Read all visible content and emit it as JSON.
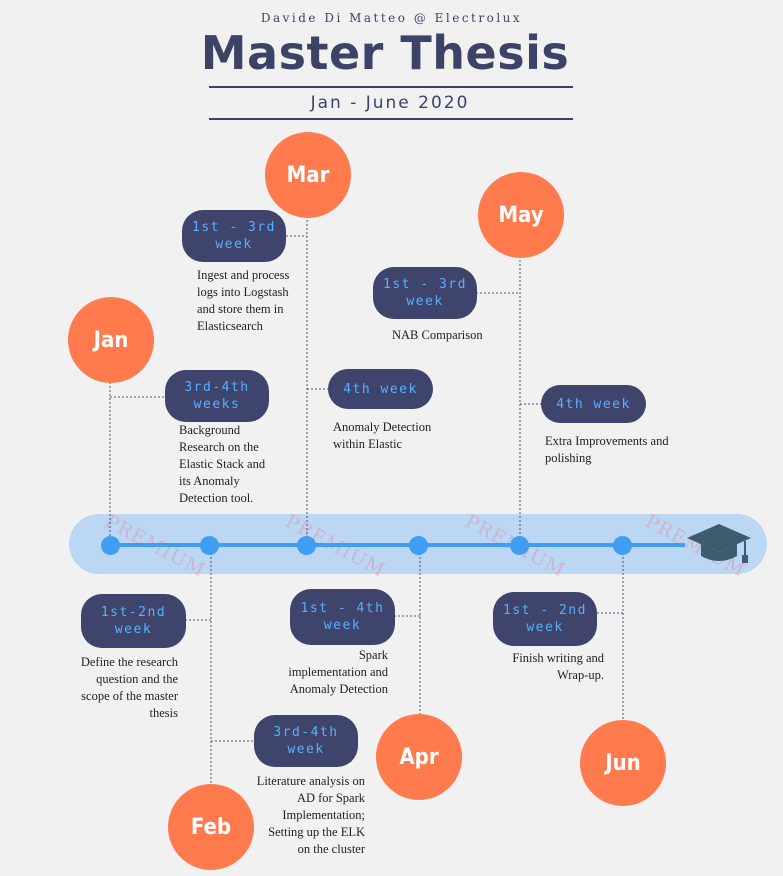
{
  "header": {
    "author": "Davide Di Matteo @ Electrolux",
    "title": "Master Thesis",
    "period": "Jan - June 2020"
  },
  "watermark": "PREMIUM",
  "months": {
    "jan": "Jan",
    "feb": "Feb",
    "mar": "Mar",
    "apr": "Apr",
    "may": "May",
    "jun": "Jun"
  },
  "tasks": {
    "jan_a": {
      "week": "3rd-4th weeks",
      "text": "Background Research on the Elastic Stack and its Anomaly Detection tool."
    },
    "feb_a": {
      "week": "1st-2nd week",
      "text": "Define the research question and the scope of the master thesis"
    },
    "feb_b": {
      "week": "3rd-4th week",
      "text": "Literature analysis on AD for Spark Implementation; Setting up the ELK on the cluster"
    },
    "mar_a": {
      "week": "1st - 3rd week",
      "text": "Ingest and process logs into Logstash and store them in Elasticsearch"
    },
    "mar_b": {
      "week": "4th week",
      "text": "Anomaly Detection within Elastic"
    },
    "apr_a": {
      "week": "1st - 4th week",
      "text": "Spark implementation and Anomaly Detection"
    },
    "may_a": {
      "week": "1st - 3rd week",
      "text": "NAB Comparison"
    },
    "may_b": {
      "week": "4th week",
      "text": "Extra Improvements and polishing"
    },
    "jun_a": {
      "week": "1st - 2nd week",
      "text": "Finish writing and Wrap-up."
    }
  },
  "colors": {
    "navy": "#3c4367",
    "orange": "#ff7a4d",
    "pill": "#3e446b",
    "pill_text": "#56b0ff",
    "axis": "#3f9ef2",
    "band": "#bcd7f4"
  },
  "icons": {
    "end": "graduation-cap-icon"
  }
}
